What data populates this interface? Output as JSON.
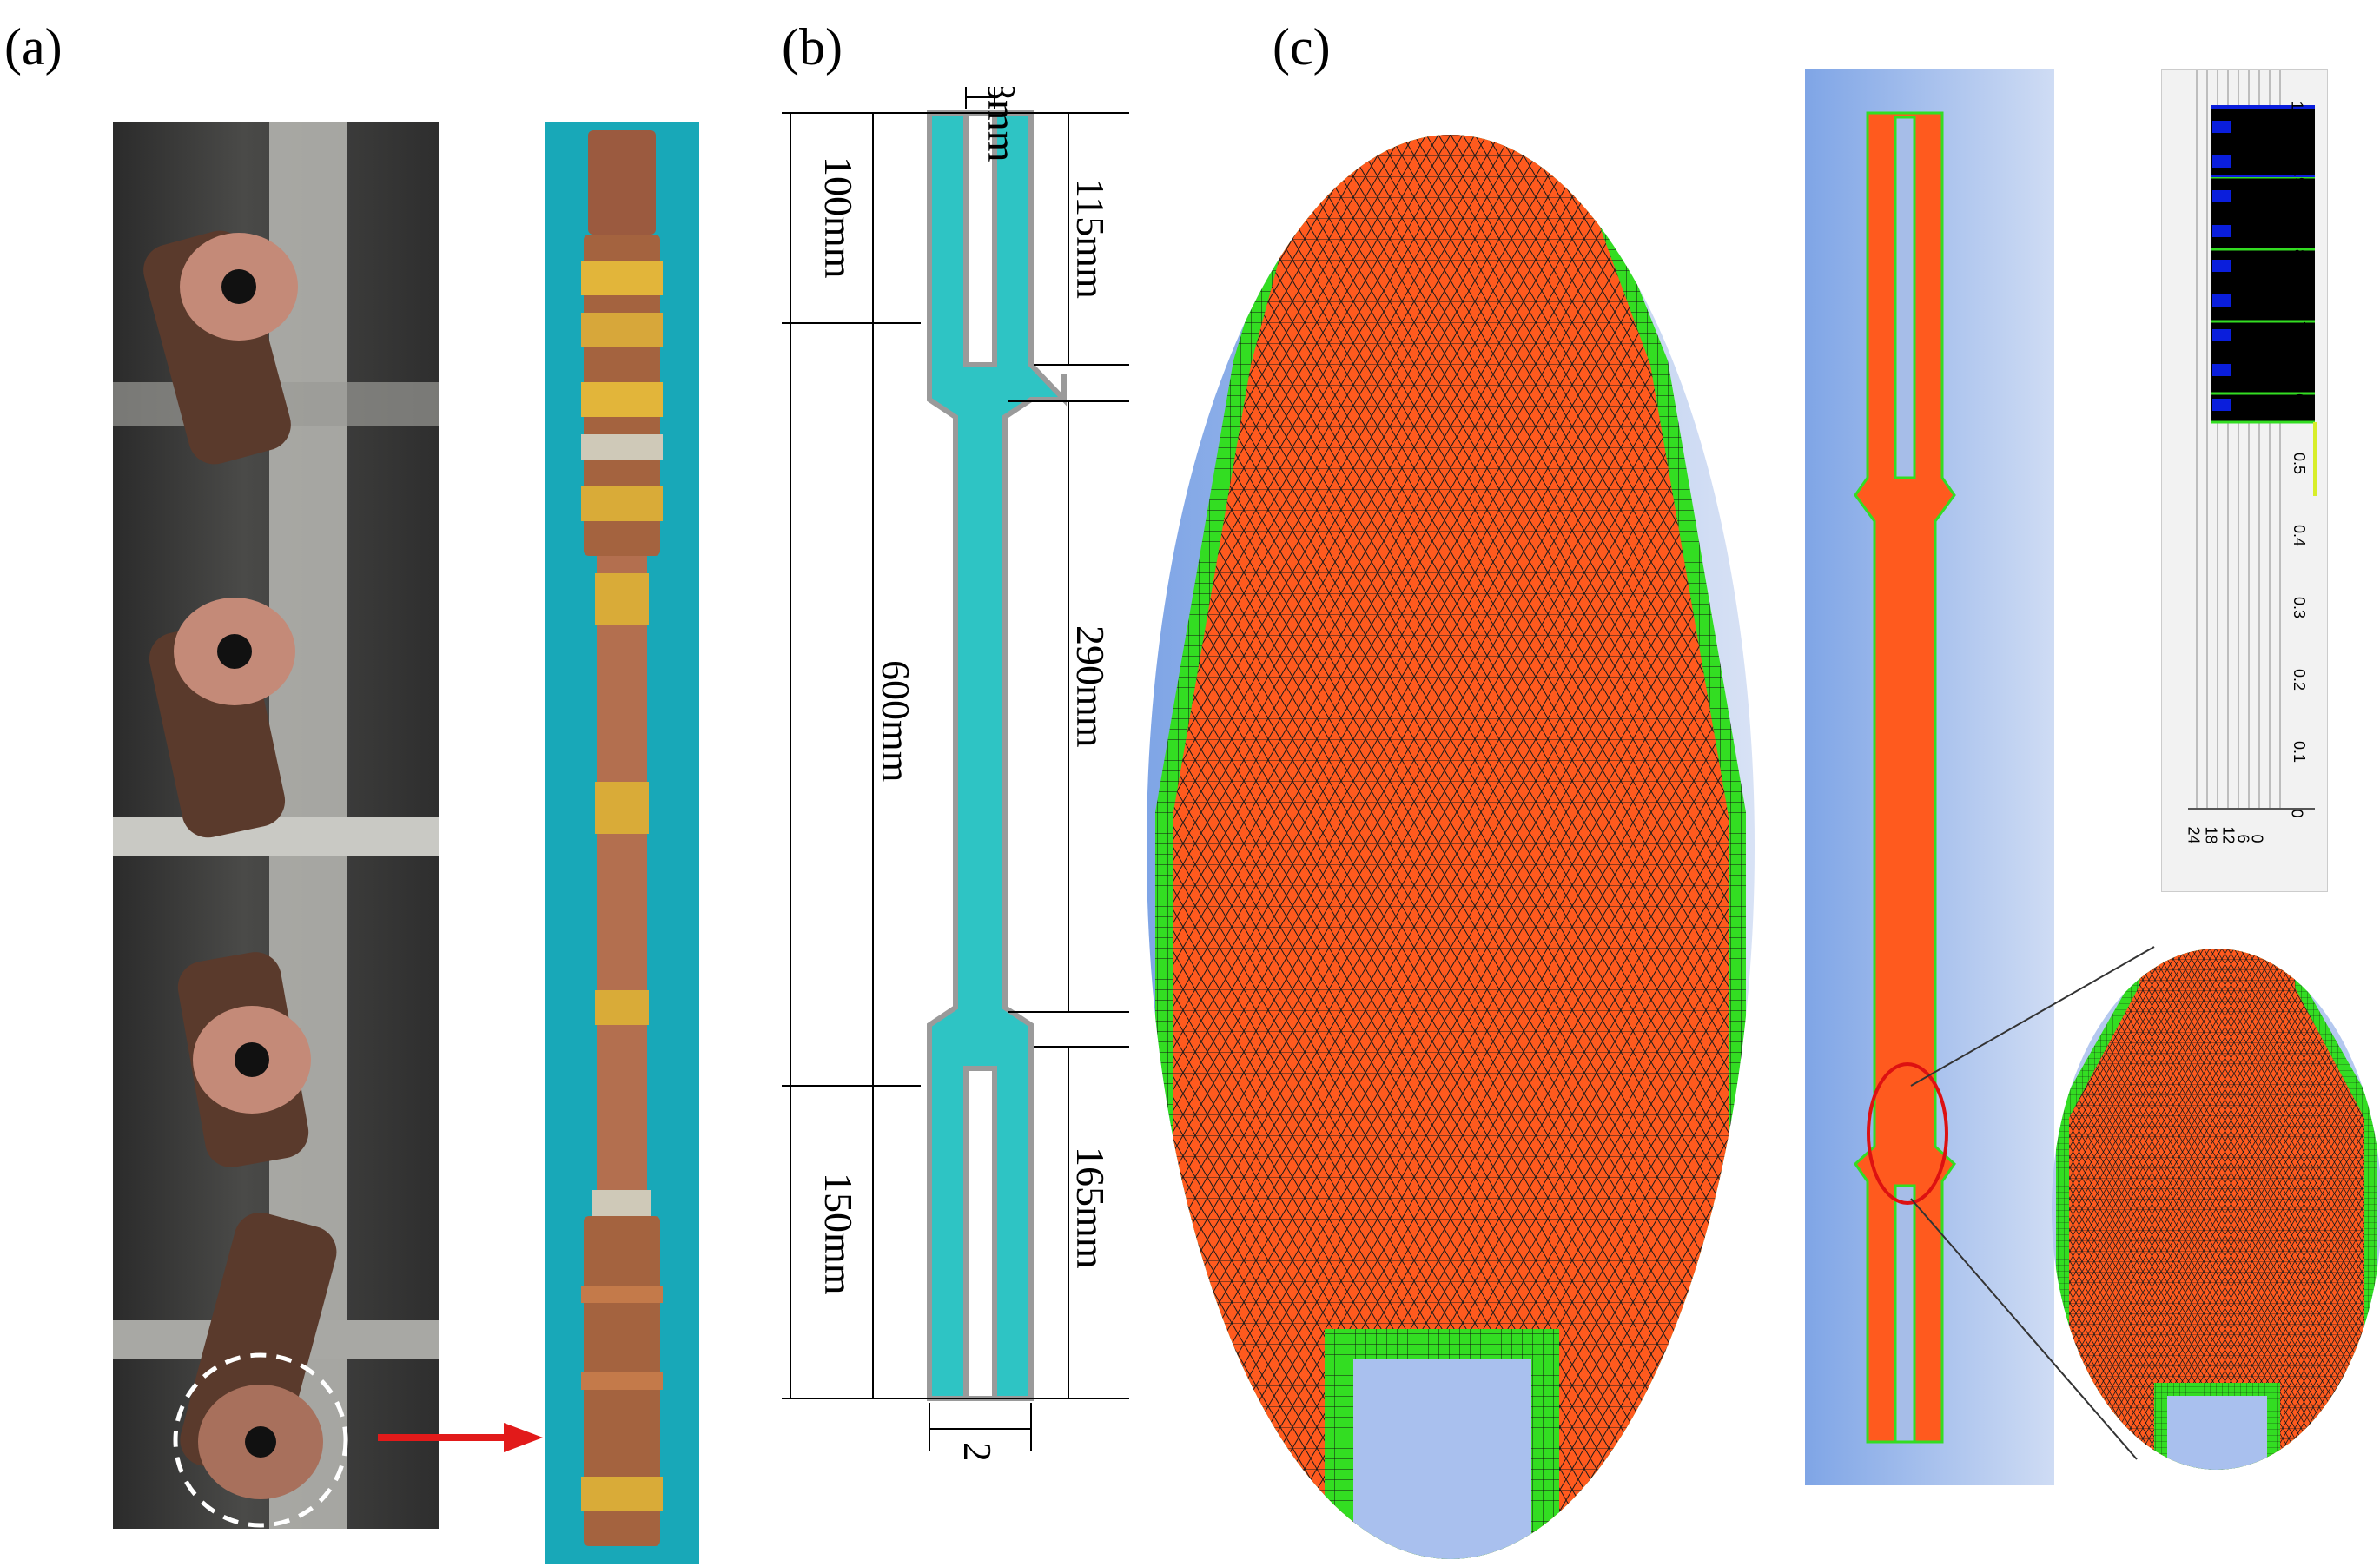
{
  "labels": {
    "a": "(a)",
    "b": "(b)",
    "c": "(c)"
  },
  "dimensions": {
    "slot_width": "8mm",
    "top_grip": "100mm",
    "top_slot": "115mm",
    "total": "600mm",
    "gauge": "290mm",
    "bottom_grip": "150mm",
    "bottom_slot": "165mm",
    "width": "28mm"
  },
  "colorbar": {
    "y_ticks": [
      "1",
      "0.9",
      "0.8",
      "0.7",
      "0.6",
      "0.5",
      "0.4",
      "0.3",
      "0.2",
      "0.1",
      "0"
    ],
    "x_ticks": [
      "24",
      "18",
      "12",
      "6",
      "0"
    ]
  },
  "colors": {
    "mesh_fill": "#ff5a1e",
    "boundary_layer": "#33dd22",
    "background_blue": "#7fa5e6",
    "specimen_cyan": "#2ec4c4",
    "highlight_circle": "#dd1111"
  }
}
